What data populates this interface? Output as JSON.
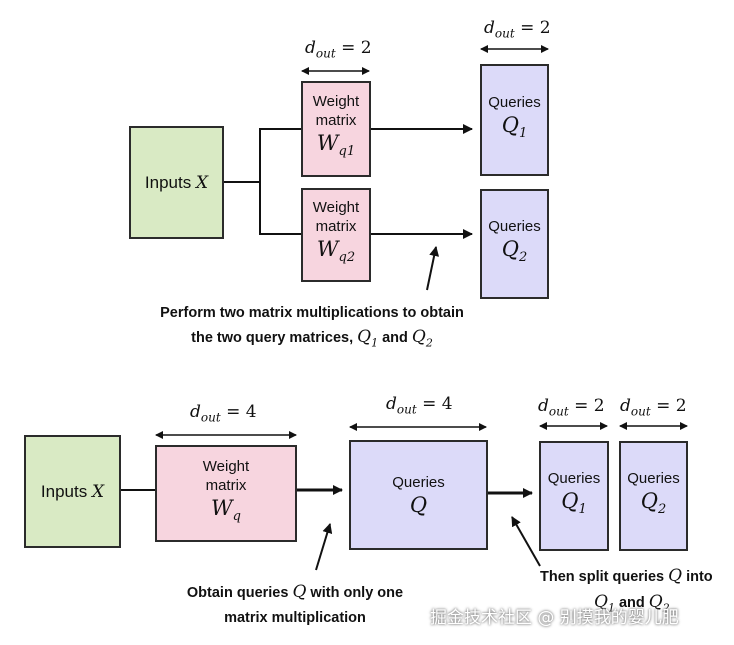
{
  "top": {
    "inputs": {
      "label": "Inputs",
      "var": "X"
    },
    "weight1": {
      "line1": "Weight",
      "line2": "matrix",
      "var": "W",
      "sub": "q1"
    },
    "weight2": {
      "line1": "Weight",
      "line2": "matrix",
      "var": "W",
      "sub": "q2"
    },
    "queries1": {
      "label": "Queries",
      "var": "Q",
      "sub": "1"
    },
    "queries2": {
      "label": "Queries",
      "var": "Q",
      "sub": "2"
    },
    "dim_weight": {
      "var": "d",
      "sub": "out",
      "eq": " = 2"
    },
    "dim_queries": {
      "var": "d",
      "sub": "out",
      "eq": " = 2"
    },
    "note": {
      "line1": "Perform two matrix multiplications to obtain",
      "line2a": "the two query matrices, ",
      "q1": "Q",
      "q1sub": "1",
      "and": " and ",
      "q2": "Q",
      "q2sub": "2"
    }
  },
  "bottom": {
    "inputs": {
      "label": "Inputs",
      "var": "X"
    },
    "weight": {
      "line1": "Weight",
      "line2": "matrix",
      "var": "W",
      "sub": "q"
    },
    "queries": {
      "label": "Queries",
      "var": "Q"
    },
    "queries1": {
      "label": "Queries",
      "var": "Q",
      "sub": "1"
    },
    "queries2": {
      "label": "Queries",
      "var": "Q",
      "sub": "2"
    },
    "dim_weight": {
      "var": "d",
      "sub": "out",
      "eq": " = 4"
    },
    "dim_queries": {
      "var": "d",
      "sub": "out",
      "eq": " = 4"
    },
    "dim_q1": {
      "var": "d",
      "sub": "out",
      "eq": " = 2"
    },
    "dim_q2": {
      "var": "d",
      "sub": "out",
      "eq": " = 2"
    },
    "note_left": {
      "line1a": "Obtain queries ",
      "q": "Q",
      "line1b": " with only one",
      "line2": "matrix multiplication"
    },
    "note_right": {
      "line1a": "Then split queries ",
      "q": "Q",
      "line1b": " into",
      "q1": "Q",
      "q1sub": "1",
      "and": " and ",
      "q2": "Q",
      "q2sub": "2"
    }
  },
  "watermark": "掘金技术社区 @ 别摸我的婴儿肥"
}
